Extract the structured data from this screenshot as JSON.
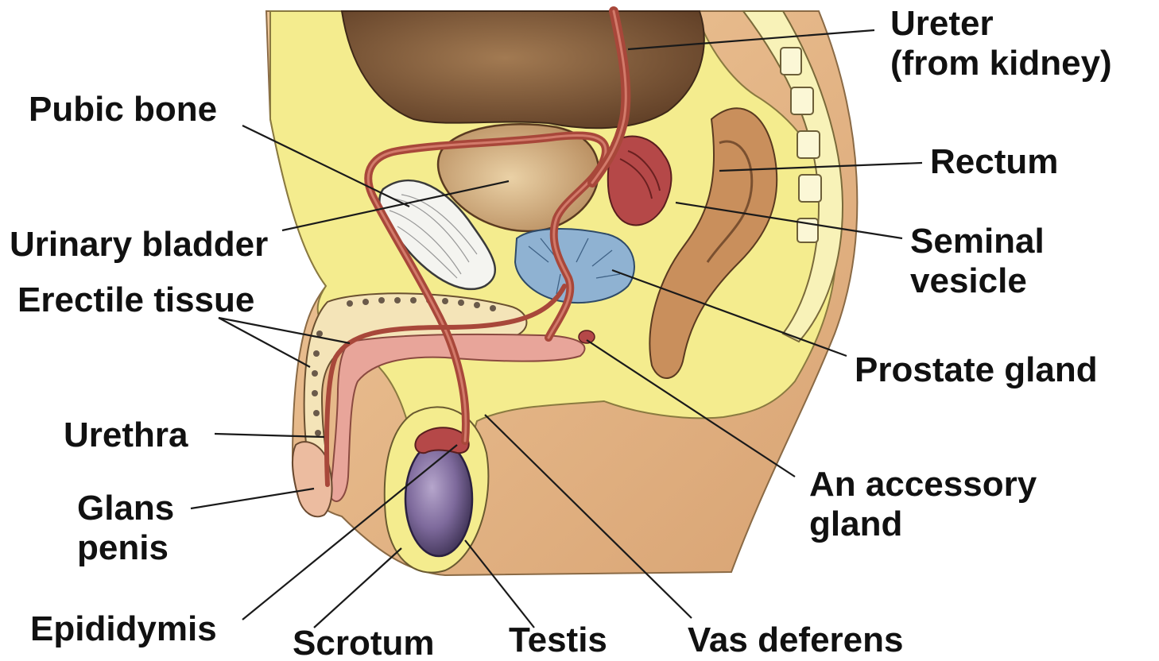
{
  "labels": {
    "ureter_1": "Ureter",
    "ureter_2": "(from kidney)",
    "pubic_bone": "Pubic bone",
    "rectum": "Rectum",
    "urinary_bladder": "Urinary bladder",
    "seminal_1": "Seminal",
    "seminal_2": "vesicle",
    "erectile_tissue": "Erectile tissue",
    "prostate_gland": "Prostate gland",
    "urethra": "Urethra",
    "accessory_1": "An accessory",
    "accessory_2": "gland",
    "glans_1": "Glans",
    "glans_2": "penis",
    "epididymis": "Epididymis",
    "scrotum": "Scrotum",
    "testis": "Testis",
    "vas_deferens": "Vas deferens"
  },
  "colors": {
    "background": "#ffffff",
    "body_tan": "#e9b98a",
    "pelvic_yellow": "#f4ec8e",
    "cavity_brown": "#7a5336",
    "bladder_tan": "#d9b58a",
    "vas_red": "#a8473a",
    "seminal_red": "#b54848",
    "prostate_blue": "#8fb2d2",
    "testis_purple": "#7e6a9c",
    "erectile_pink": "#e8a59a",
    "bone_white": "#f4f4f0"
  }
}
